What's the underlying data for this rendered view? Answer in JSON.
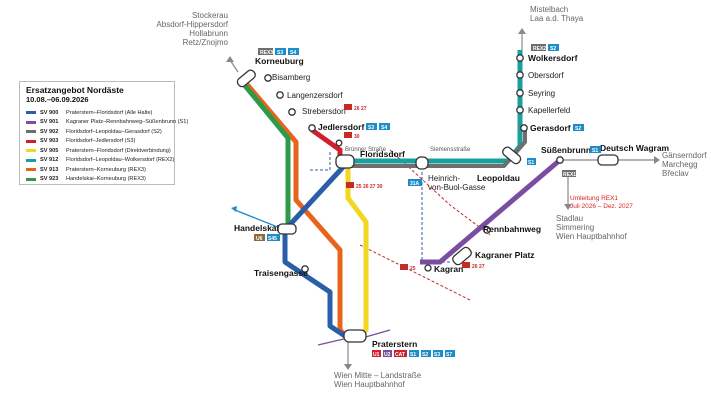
{
  "legend": {
    "title": "Ersatzangebot Nordäste",
    "dates": "10.08.–06.09.2026",
    "items": [
      {
        "code": "SV 900",
        "desc": "Praterstern–Floridsdorf (Alle Halte)",
        "color": "#2a5ea8"
      },
      {
        "code": "SV 901",
        "desc": "Kagraner Platz–Rennbahnweg–Süßenbrunn (S1)",
        "color": "#7a4da0"
      },
      {
        "code": "SV 902",
        "desc": "Floridsdorf–Leopoldau–Gerasdorf (S2)",
        "color": "#6e6e6e"
      },
      {
        "code": "SV 903",
        "desc": "Floridsdorf–Jedlersdorf (S3)",
        "color": "#d0202e"
      },
      {
        "code": "SV 905",
        "desc": "Praterstern–Floridsdorf (Direktverbindung)",
        "color": "#f2d61f"
      },
      {
        "code": "SV 912",
        "desc": "Floridsdorf–Leopoldau–Wolkersdorf (REX2)",
        "color": "#1a9e9e"
      },
      {
        "code": "SV 913",
        "desc": "Praterstern–Korneuburg (REX3)",
        "color": "#e8641e"
      },
      {
        "code": "SV 923",
        "desc": "Handelskai–Korneuburg (REX3)",
        "color": "#2e9a49"
      }
    ]
  },
  "stations": {
    "korneuburg": "Korneuburg",
    "bisamberg": "Bisamberg",
    "langenzersdorf": "Langenzersdorf",
    "strebersdorf": "Strebersdorf",
    "jedlersdorf": "Jedlersdorf",
    "floridsdorf": "Floridsdorf",
    "brunner": "Brünner Straße",
    "siemensstrasse": "Siemensstraße",
    "heinrich1": "Heinrich-",
    "heinrich2": "von-Buol-Gasse",
    "leopoldau": "Leopoldau",
    "wolkersdorf": "Wolkersdorf",
    "obersdorf": "Obersdorf",
    "seyring": "Seyring",
    "kapellerfeld": "Kapellerfeld",
    "gerasdorf": "Gerasdorf",
    "suessenbrunn": "Süßenbrunn",
    "deutschwagram": "Deutsch Wagram",
    "rennbahnweg": "Rennbahnweg",
    "kagranerplatz": "Kagraner Platz",
    "kagran": "Kagran",
    "handelskai": "Handelskai",
    "traisengasse": "Traisengasse",
    "praterstern": "Praterstern"
  },
  "destinations": {
    "nw": [
      "Stockerau",
      "Absdorf-Hippersdorf",
      "Hollabrunn",
      "Retz/Znojmo"
    ],
    "n": [
      "Mistelbach",
      "Laa a.d. Thaya"
    ],
    "e": [
      "Gänserndorf",
      "Marchegg",
      "Břeclav"
    ],
    "se": [
      "Stadlau",
      "Simmering",
      "Wien Hauptbahnhof"
    ],
    "s": [
      "Wien Mitte – Landstraße",
      "Wien Hauptbahnhof"
    ]
  },
  "notice": [
    "Umleitung REX1",
    "Juli 2026 – Dez. 2027"
  ],
  "tags": {
    "korneuburg": [
      "REX3",
      "S3",
      "S4"
    ],
    "jedlersdorf": [
      "S3",
      "S4"
    ],
    "wolkersdorf": [
      "REX2",
      "S2"
    ],
    "gerasdorf": [
      "S2"
    ],
    "suessenbrunn": [
      "S1"
    ],
    "handelskai": [
      "U6",
      "S45"
    ],
    "praterstern": [
      "U1",
      "U2",
      "CAT",
      "S1",
      "S2",
      "S3",
      "S7"
    ],
    "leopoldau_s1": "S1",
    "deutschwagram_rex": "REX1",
    "bus31a": "31A",
    "strebersdorf_tram": "26 27",
    "brunner_tram": "30",
    "floridsdorf_tram": "25 26 27 30",
    "kagran_tram": "25",
    "kagraner_platz_tram": "26 27"
  }
}
